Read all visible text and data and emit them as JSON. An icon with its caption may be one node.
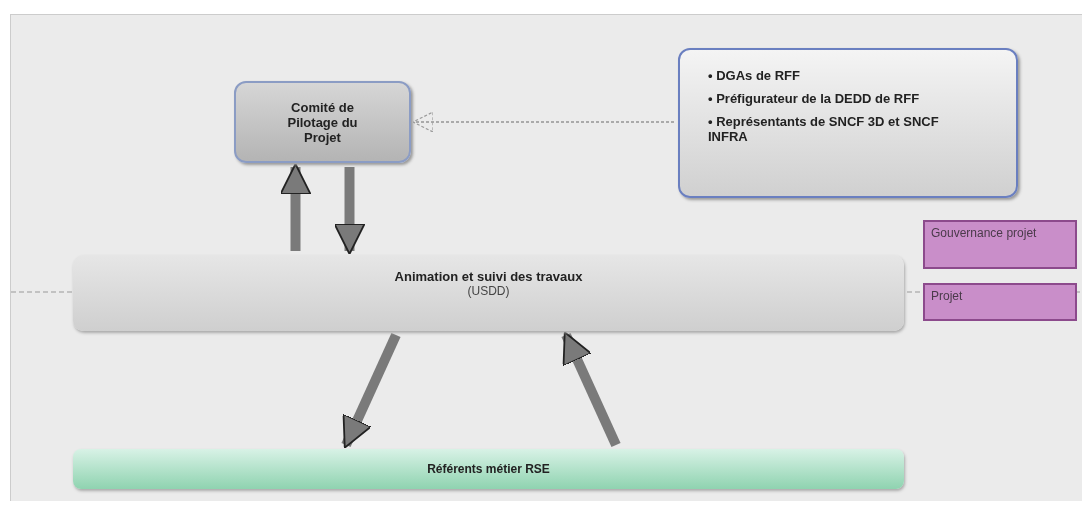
{
  "diagram": {
    "nodes": [
      {
        "text": [
          "Comité de Pilotage du Projet"
        ]
      },
      {
        "text": [
          "• DGAs de RFF",
          "• Préfigurateur de la DEDD de RFF",
          "• Représentants de SNCF 3D et SNCF INFRA"
        ]
      },
      {
        "text": [
          "Animation et suivi des travaux",
          "(USDD)"
        ]
      },
      {
        "text": [
          "Gouvernance projet"
        ]
      },
      {
        "text": [
          "Projet"
        ]
      },
      {
        "text": [
          "Référents métier RSE"
        ]
      }
    ],
    "edges": [
      {
        "from": 1,
        "to": 0,
        "arrow": "to",
        "style": "dashed"
      },
      {
        "from": 2,
        "to": 0,
        "arrow": "to"
      },
      {
        "from": 0,
        "to": 2,
        "arrow": "to"
      },
      {
        "from": 2,
        "to": 5,
        "arrow": "to"
      },
      {
        "from": 5,
        "to": 2,
        "arrow": "to"
      }
    ]
  }
}
